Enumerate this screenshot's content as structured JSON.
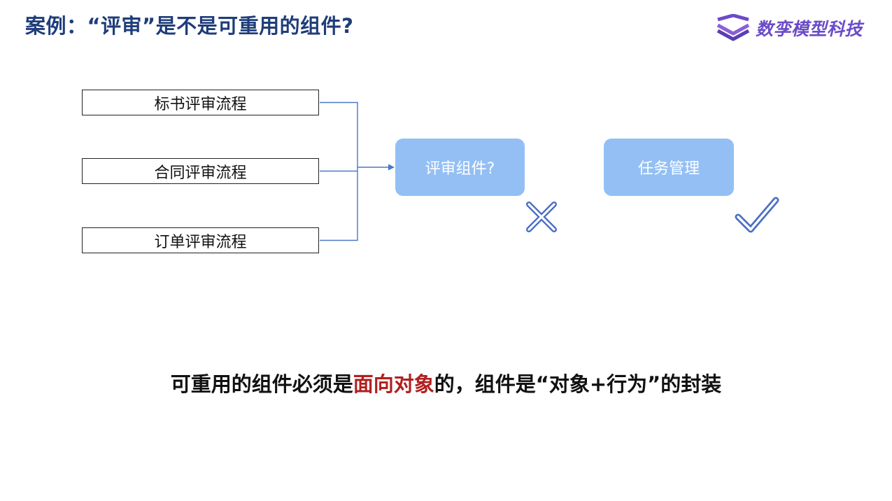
{
  "header": {
    "title": "案例：“评审”是不是可重用的组件?",
    "logo_text": "数孪模型科技",
    "logo_icon": "layered-chevron-logo-icon"
  },
  "diagram": {
    "flows": [
      {
        "label": "标书评审流程"
      },
      {
        "label": "合同评审流程"
      },
      {
        "label": "订单评审流程"
      }
    ],
    "candidate": {
      "label": "评审组件?",
      "verdict_icon": "cross-icon"
    },
    "alternative": {
      "label": "任务管理",
      "verdict_icon": "check-icon"
    }
  },
  "conclusion": {
    "part1": "可重用的组件必须是",
    "highlight": "面向对象",
    "part2": "的，组件是“对象+行为”的封装"
  },
  "colors": {
    "title": "#1f3d7a",
    "logo": "#6a4bc8",
    "box_fill": "#93bff5",
    "connector": "#4a78c8",
    "mark": "#4a6fc4",
    "highlight": "#b21f1f"
  }
}
